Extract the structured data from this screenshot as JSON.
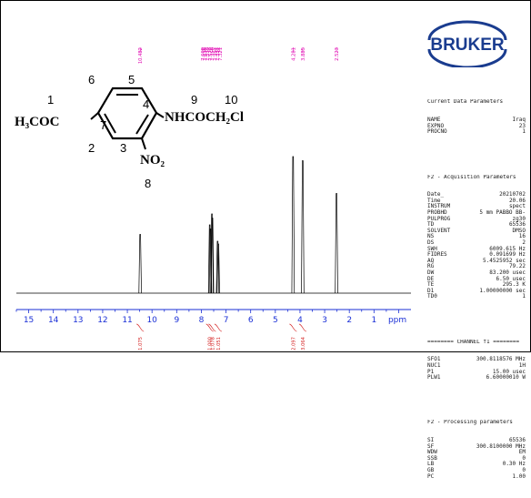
{
  "logo": {
    "text": "BRUKER"
  },
  "molecule": {
    "left_group": "H₃COC",
    "right_group": "NHCOCH₂Cl",
    "nitro": "NO₂",
    "numbers": [
      "1",
      "6",
      "5",
      "7",
      "4",
      "9",
      "10",
      "2",
      "3",
      "8"
    ]
  },
  "params": {
    "current": {
      "header": "Current Data Parameters",
      "rows": [
        [
          "NAME",
          "Iraq"
        ],
        [
          "EXPNO",
          "23"
        ],
        [
          "PROCNO",
          "1"
        ]
      ]
    },
    "acq": {
      "header": "F2 - Acquisition Parameters",
      "rows": [
        [
          "Date_",
          "20210702"
        ],
        [
          "Time",
          "20.06"
        ],
        [
          "INSTRUM",
          "spect"
        ],
        [
          "PROBHD",
          "5 mm PABBO BB-"
        ],
        [
          "PULPROG",
          "zg30"
        ],
        [
          "TD",
          "65536"
        ],
        [
          "SOLVENT",
          "DMSO"
        ],
        [
          "NS",
          "16"
        ],
        [
          "DS",
          "2"
        ],
        [
          "SWH",
          "6009.615 Hz"
        ],
        [
          "FIDRES",
          "0.091699 Hz"
        ],
        [
          "AQ",
          "5.4525952 sec"
        ],
        [
          "RG",
          "79.22"
        ],
        [
          "DW",
          "83.200 usec"
        ],
        [
          "DE",
          "6.50 usec"
        ],
        [
          "TE",
          "295.3 K"
        ],
        [
          "D1",
          "1.00000000 sec"
        ],
        [
          "TD0",
          "1"
        ]
      ]
    },
    "channel": {
      "header": "======== CHANNEL f1 ========",
      "rows": [
        [
          "SFO1",
          "300.8118576 MHz"
        ],
        [
          "NUC1",
          "1H"
        ],
        [
          "P1",
          "15.00 usec"
        ],
        [
          "PLW1",
          "6.60000010 W"
        ]
      ]
    },
    "proc": {
      "header": "F2 - Processing parameters",
      "rows": [
        [
          "SI",
          "65536"
        ],
        [
          "SF",
          "300.8100000 MHz"
        ],
        [
          "WDW",
          "EM"
        ],
        [
          "SSB",
          "0"
        ],
        [
          "LB",
          "0.30 Hz"
        ],
        [
          "GB",
          "0"
        ],
        [
          "PC",
          "1.00"
        ]
      ]
    }
  },
  "chart_data": {
    "type": "line",
    "title": "",
    "xlabel": "ppm",
    "ylabel": "",
    "xlim": [
      15.5,
      -0.5
    ],
    "x_reversed": true,
    "ylim": [
      0,
      1
    ],
    "grid": false,
    "x_ticks": [
      15,
      14,
      13,
      12,
      11,
      10,
      9,
      8,
      7,
      6,
      5,
      4,
      3,
      2,
      1
    ],
    "peaks": [
      {
        "ppm": 10.48,
        "height": 0.43
      },
      {
        "ppm": 7.66,
        "height": 0.5
      },
      {
        "ppm": 7.63,
        "height": 0.47
      },
      {
        "ppm": 7.57,
        "height": 0.58
      },
      {
        "ppm": 7.55,
        "height": 0.55
      },
      {
        "ppm": 7.34,
        "height": 0.38
      },
      {
        "ppm": 7.31,
        "height": 0.36
      },
      {
        "ppm": 4.28,
        "height": 1.0
      },
      {
        "ppm": 3.89,
        "height": 0.97
      },
      {
        "ppm": 2.52,
        "height": 0.73
      }
    ],
    "peak_labels": [
      {
        "ppm": 10.48,
        "text": "10.482"
      },
      {
        "ppm": 7.95,
        "text": "7.668"
      },
      {
        "ppm": 7.85,
        "text": "7.639"
      },
      {
        "ppm": 7.75,
        "text": "7.579"
      },
      {
        "ppm": 7.65,
        "text": "7.570"
      },
      {
        "ppm": 7.55,
        "text": "7.350"
      },
      {
        "ppm": 7.45,
        "text": "7.351"
      },
      {
        "ppm": 7.35,
        "text": "7.331"
      },
      {
        "ppm": 7.25,
        "text": "7.321"
      },
      {
        "ppm": 4.28,
        "text": "4.281"
      },
      {
        "ppm": 3.89,
        "text": "3.885"
      },
      {
        "ppm": 2.52,
        "text": "2.523"
      }
    ],
    "integrals": [
      {
        "ppm": 10.48,
        "text": "1.075"
      },
      {
        "ppm": 7.66,
        "text": "1.000"
      },
      {
        "ppm": 7.56,
        "text": "1.078"
      },
      {
        "ppm": 7.32,
        "text": "1.051"
      },
      {
        "ppm": 4.28,
        "text": "2.097"
      },
      {
        "ppm": 3.89,
        "text": "3.064"
      }
    ],
    "colors": {
      "axis": "#1a2fd6",
      "labels": "#e000b0",
      "integrals": "#d42020",
      "trace": "#000000"
    }
  }
}
